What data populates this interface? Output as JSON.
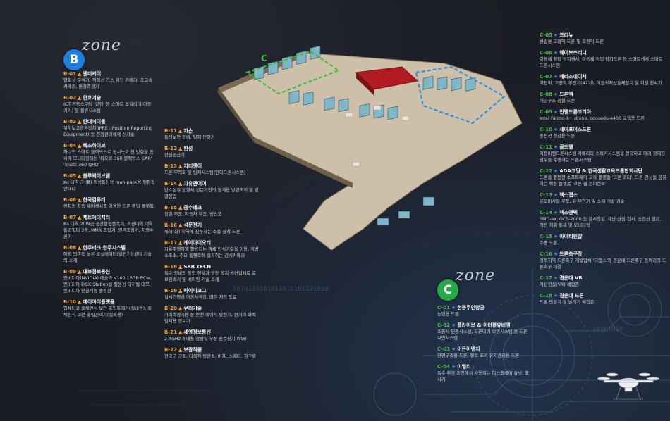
{
  "colors": {
    "background": "#1b1d24",
    "zone_b_accent": "#f0a22e",
    "zone_b_badge": "#1f7fe0",
    "zone_c_code": "#4cc24a",
    "zone_c_marker": "#3f8ee8",
    "zone_c_badge": "#28a745"
  },
  "zone_b": {
    "badge": "B",
    "word": "zone",
    "entries_left": [
      {
        "code": "B-01",
        "name": "엔디케이",
        "desc": "열화상 분석기, 적외선 가스 검진 카메라, 초고속 카메라, 환경측정기"
      },
      {
        "code": "B-02",
        "name": "한호기술",
        "desc": "ICT 전동스쿠터 '갈렌' 등 스마트 모빌리티(이동기기) 및 물류시스템"
      },
      {
        "code": "B-03",
        "name": "한대에이툼",
        "desc": "위치보고정송장치(IPRE : Position Reporting Equipment) 등 전장관리체계 신기술"
      },
      {
        "code": "B-04",
        "name": "헥스하이브",
        "desc": "하나의 스마트 블랙박스로 동시녹화 전 방향을 동시에 모니터링하는 '파오르 360 블랙박스 CAR' '파오르 360 QHD'"
      },
      {
        "code": "B-05",
        "name": "블루웨이브텔",
        "desc": "Ku 대역 군(軍) 위성통신용 man-pack용 평판형 안테나"
      },
      {
        "code": "B-06",
        "name": "한국컴퓨터",
        "desc": "전차의 차동 제어센서를 이용한 드론 렌딩 플랫폼"
      },
      {
        "code": "B-07",
        "name": "제트에이치티",
        "desc": "Ka 대역 20W급 공간합성증폭기, 초광대역 대역통과필터 3종, MMR 조장기, 원격조정기, 지령수신기"
      },
      {
        "code": "B-08",
        "name": "한주테크·한주시스템",
        "desc": "해외 의존도 높은 오실레이터(발진기) 분야 기술력 소개"
      },
      {
        "code": "B-09",
        "name": "대보정보통신",
        "desc": "엔비디아(NVIDIA) 테슬라 V100 16GB PCIe, 엔비디아 DGX Station을 활용한 디지털 데모, 엔비디아 인공지능 솔루션"
      },
      {
        "code": "B-10",
        "name": "에이아이플랫폼",
        "desc": "입체디코 홍채인식 보안 출입통제기(실내용), 홍채인식 보안 출입관리기(실외용)"
      }
    ],
    "entries_right": [
      {
        "code": "B-11",
        "name": "지슨",
        "desc": "통신보안 장비, 탐지 단말기"
      },
      {
        "code": "B-12",
        "name": "한성",
        "desc": "전원공급기"
      },
      {
        "code": "B-13",
        "name": "지티엔이",
        "desc": "드론 무력화 및 탐지시스템(안티드론시스템)"
      },
      {
        "code": "B-14",
        "name": "자유엔어어",
        "desc": "탄소섬유 발열체 전문기업의 동계용 발열조끼 및 발열장갑"
      },
      {
        "code": "B-15",
        "name": "중수테크",
        "desc": "정밀 부품, 자동차 부품, 방산품"
      },
      {
        "code": "B-16",
        "name": "석문전기",
        "desc": "재해(화) 지역에 침투하는 소총 장착 드론"
      },
      {
        "code": "B-17",
        "name": "케이아이오티",
        "desc": "자율주행차에 활용되는 객체 인식기술을 이용, 위병소초소, 주요 통행로에 설치하는 감시카메라"
      },
      {
        "code": "B-18",
        "name": "SBB TECH",
        "desc": "특수 장비의 동력 전달과 구동 장치 생산업체로 로보감속기 및 베어링 기술 소개"
      },
      {
        "code": "B-19",
        "name": "아이피코그",
        "desc": "실시간영상 이동사격장, 라돈 저감 도료"
      },
      {
        "code": "B-20",
        "name": "무리기술",
        "desc": "거리측정기용 눈 안전 레이저 발진기, 원거리 화력탐지용 경보기"
      },
      {
        "code": "B-21",
        "name": "세영정보통신",
        "desc": "2.4GHz 휴대용 양방향 무선 송수신기 WWI"
      },
      {
        "code": "B-22",
        "name": "보광직물",
        "desc": "한국군 군복, 다목적 방탄복, 버프, 스웨터, 침구류"
      }
    ]
  },
  "zone_c": {
    "badge": "C",
    "word": "zone",
    "entries_bottom": [
      {
        "code": "C-01",
        "name": "천풍무인항공",
        "desc": "농업용 드론"
      },
      {
        "code": "C-02",
        "name": "플라이브 & 이더블유비엠",
        "desc": "조종사 인증시스템, 드론테러 보안시스템 등 드론 보안시스템"
      },
      {
        "code": "C-03",
        "name": "이든이엔지",
        "desc": "인명구조용 드론, 항로 표지 유지관리용 드론"
      },
      {
        "code": "C-04",
        "name": "이엘티",
        "desc": "특수 환경 조건에서 사용되는 디스플레이 유닛, 표시기"
      }
    ],
    "entries_right": [
      {
        "code": "C-05",
        "name": "프리뉴",
        "desc": "산업용 고정익 드론 및 회전익 드론"
      },
      {
        "code": "C-06",
        "name": "웨이브쓰리디",
        "desc": "이동체 침입 탐지센서, 이동체 침입 탐지드론 등 스마트센서 스마트드론시스템"
      },
      {
        "code": "C-07",
        "name": "메티스에이쳐",
        "desc": "회전익, 고정익 무인기(47기), 이동식지상통제장치 및 회전 전시기"
      },
      {
        "code": "C-08",
        "name": "드론맥",
        "desc": "재난구조 정찰 드론"
      },
      {
        "code": "C-09",
        "name": "인텔드론코리아",
        "desc": "Intel Falcon 8+ drone, cocoedu-e400 교육용 드론"
      },
      {
        "code": "C-10",
        "name": "세이프어스드론",
        "desc": "송전선 점검용 드론"
      },
      {
        "code": "C-11",
        "name": "골드텔",
        "desc": "지동비행드론시스템 카메라와 스피커시스템을 장착하고 미리 정해진 임무를 수행하는 드론시스템"
      },
      {
        "code": "C-12",
        "name": "ADA코딩 & 한국생활교육드론협회사단",
        "desc": "드론을 활용한 소프트웨어 교육 플랫폼 '크론 코더', 드론 영상을 공유하는 확장 플랫폼 '크론 웹 콘퍼런스'"
      },
      {
        "code": "C-13",
        "name": "넥스랩스",
        "desc": "유도미사일 부품, 유·무인기 및 소재 개발 기술"
      },
      {
        "code": "C-14",
        "name": "넥스앤텍",
        "desc": "SMD-ex, GCS-2000 등 감시정찰, 재난·산림 감시, 송전선 점검, 작전 지휘·통제 및 모니터링"
      },
      {
        "code": "C-15",
        "name": "아이티원샵",
        "desc": "수중 드론"
      },
      {
        "code": "C-16",
        "name": "드론축구장",
        "desc": "경북지역 드론축구 개발업체 '디랩스'와 경운대 드론축구 동아리의 드론축구 대결"
      },
      {
        "code": "C-17",
        "name": "경운대 VR",
        "desc": "가상현실(VR) 체험존"
      },
      {
        "code": "C-18",
        "name": "경운대 드론",
        "desc": "드론 만들기 및 날리기 체험존"
      }
    ]
  },
  "map": {
    "zone_c_label": "C"
  }
}
